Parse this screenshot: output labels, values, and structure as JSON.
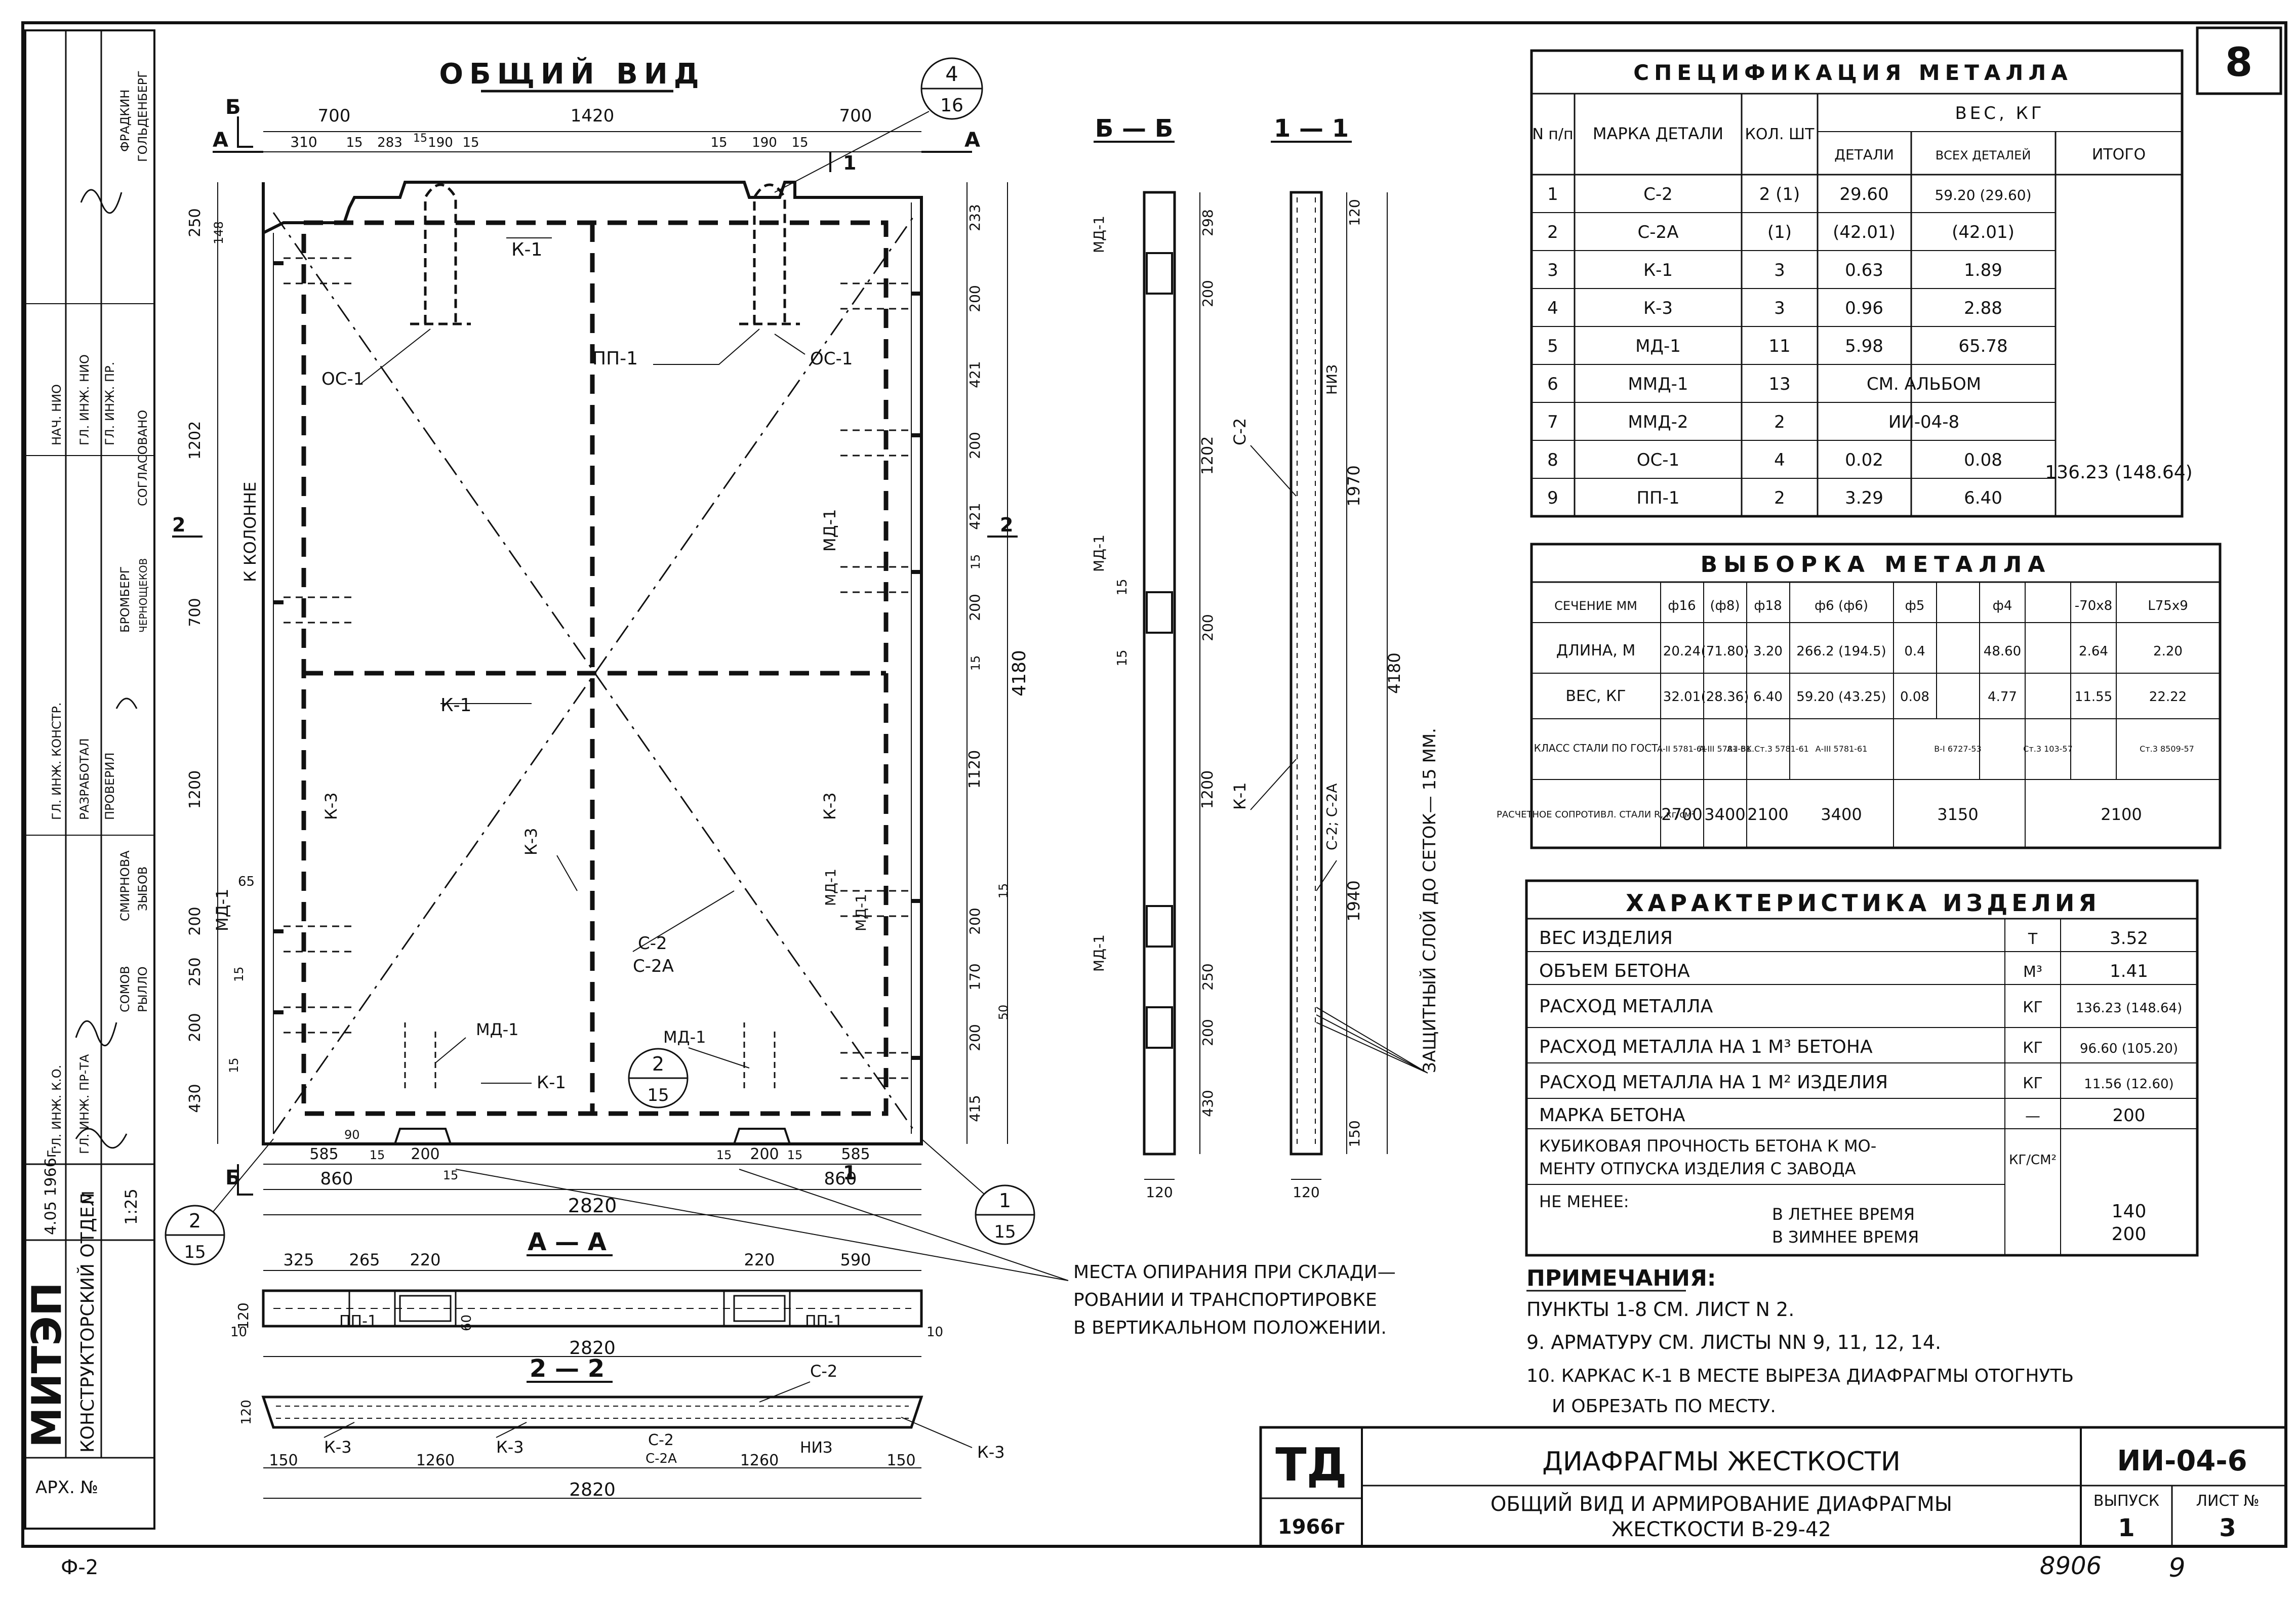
{
  "sheet": {
    "number": "8",
    "title_view": "ОБЩИЙ ВИД",
    "section_bb": "Б — Б",
    "section_11": "1 — 1",
    "section_aa": "А — А",
    "section_22": "2 — 2",
    "bottom_left": "Ф-2",
    "bottom_right_1": "8906",
    "bottom_right_2": "9"
  },
  "left_strip": {
    "org": "МИТЭП",
    "dept": "КОНСТРУКТОРСКИЙ ОТДЕЛ",
    "arch": "АРХ. №",
    "date": "4.05 1966г.",
    "m": "М",
    "scale": "1:25",
    "roles": [
      "НАЧ. НИО",
      "ГЛ. ИНЖ. НИО",
      "ГЛ. ИНЖ. ПР.",
      "СОГЛАСОВАНО",
      "ГЛ. ИНЖ. КОНСТР.",
      "РАЗРАБОТАЛ",
      "ПРОВЕРИЛ",
      "ГЛ. ИНЖ. К.О.",
      "ГЛ. ИНЖ. ПР-ТА"
    ],
    "names": [
      "ФРАДКИН",
      "ГОЛЬДЕНБЕРГ",
      "БРОМБЕРГ",
      "ЧЕРНОЩЕКОВ",
      "СМИРНОВА",
      "СОМОВ",
      "РЫЛЛО",
      "ЗЫБОВ"
    ]
  },
  "plan": {
    "dims_top": [
      "700",
      "1420",
      "700"
    ],
    "dims_top2": [
      "310",
      "15",
      "283",
      "15",
      "190",
      "15",
      "15",
      "190",
      "15"
    ],
    "dims_bottom": [
      "585",
      "15",
      "200",
      "15",
      "15",
      "200",
      "15",
      "585"
    ],
    "dims_bottom2": [
      "860",
      "860"
    ],
    "overall_width": "2820",
    "left_dims": [
      "250",
      "148",
      "1202",
      "700",
      "1200",
      "200",
      "250",
      "200",
      "430",
      "65",
      "15",
      "15",
      "90"
    ],
    "right_dims": [
      "233",
      "200",
      "421",
      "200",
      "421",
      "15",
      "200",
      "15",
      "1120",
      "200",
      "170",
      "200",
      "415",
      "15",
      "50",
      "4180"
    ],
    "labels": [
      "К-1",
      "ПП-1",
      "ОС-1",
      "ОС-1",
      "К КОЛОННЕ",
      "МД-1",
      "К-1",
      "МД-1",
      "К-3",
      "К-3",
      "К-3",
      "МД-1",
      "С-2",
      "С-2А",
      "МД-1",
      "МД-1",
      "К-1",
      "МД-1"
    ],
    "cut_marks": [
      "Б",
      "Б",
      "А",
      "А",
      "1",
      "2",
      "2",
      "1"
    ],
    "callouts": [
      {
        "num": "4",
        "sheet": "16"
      },
      {
        "num": "2",
        "sheet": "15"
      },
      {
        "num": "2",
        "sheet": "15"
      },
      {
        "num": "1",
        "sheet": "15"
      }
    ]
  },
  "bb_dims": [
    "298",
    "200",
    "1202",
    "15",
    "200",
    "15",
    "1200",
    "250",
    "200",
    "430",
    "120"
  ],
  "bb_labels": [
    "МД-1",
    "МД-1",
    "МД-1"
  ],
  "s11_dims": [
    "120",
    "1970",
    "4180",
    "1940",
    "150",
    "120"
  ],
  "s11_labels": [
    "НИЗ",
    "С-2",
    "К-1",
    "С-2; С-2А"
  ],
  "protective": "ЗАЩИТНЫЙ СЛОЙ ДО СЕТОК— 15 ММ.",
  "aa": {
    "dims": [
      "325",
      "265",
      "220",
      "220",
      "590",
      "2820",
      "120",
      "10",
      "60",
      "10"
    ],
    "labels": [
      "ПП-1",
      "ПП-1"
    ]
  },
  "s22": {
    "dims": [
      "150",
      "1260",
      "1260",
      "150",
      "2820",
      "120"
    ],
    "labels": [
      "К-3",
      "К-3",
      "С-2",
      "С-2А",
      "НИЗ",
      "С-2",
      "К-3"
    ]
  },
  "support_note": [
    "МЕСТА ОПИРАНИЯ ПРИ СКЛАДИ—",
    "РОВАНИИ И ТРАНСПОРТИРОВКЕ",
    "В ВЕРТИКАЛЬНОМ ПОЛОЖЕНИИ."
  ],
  "spec": {
    "title": "СПЕЦИФИКАЦИЯ МЕТАЛЛА",
    "h_n": "N п/п",
    "h_mark": "МАРКА ДЕТАЛИ",
    "h_qty": "КОЛ. ШТ",
    "h_weight": "ВЕС, КГ",
    "h_det": "ДЕТАЛИ",
    "h_all": "ВСЕХ ДЕТАЛЕЙ",
    "h_total": "ИТОГО",
    "rows": [
      [
        "1",
        "С-2",
        "2 (1)",
        "29.60",
        "59.20 (29.60)"
      ],
      [
        "2",
        "С-2А",
        "(1)",
        "(42.01)",
        "(42.01)"
      ],
      [
        "3",
        "К-1",
        "3",
        "0.63",
        "1.89"
      ],
      [
        "4",
        "К-3",
        "3",
        "0.96",
        "2.88"
      ],
      [
        "5",
        "МД-1",
        "11",
        "5.98",
        "65.78"
      ],
      [
        "6",
        "ММД-1",
        "13",
        "СМ. АЛЬБОМ",
        ""
      ],
      [
        "7",
        "ММД-2",
        "2",
        "ИИ-04-8",
        ""
      ],
      [
        "8",
        "ОС-1",
        "4",
        "0.02",
        "0.08"
      ],
      [
        "9",
        "ПП-1",
        "2",
        "3.29",
        "6.40"
      ]
    ],
    "total": "136.23 (148.64)"
  },
  "vyb": {
    "title": "ВЫБОРКА МЕТАЛЛА",
    "cols": [
      "СЕЧЕНИЕ ММ",
      "ф16",
      "(ф8)",
      "ф18",
      "ф6 (ф6)",
      "ф5",
      "ф4",
      "-70х8",
      "L75х9"
    ],
    "length": [
      "ДЛИНА, М",
      "20.24",
      "(71.80)",
      "3.20",
      "266.2 (194.5)",
      "0.4",
      "48.60",
      "2.64",
      "2.20"
    ],
    "weight": [
      "ВЕС, КГ",
      "32.01",
      "(28.36)",
      "6.40",
      "59.20 (43.25)",
      "0.08",
      "4.77",
      "11.55",
      "22.22"
    ],
    "cls_label": "КЛАСС СТАЛИ ПО ГОСТ",
    "cls": [
      "А-II 5781-61",
      "А-III 5781-61",
      "А-I ВК.Ст.3 5781-61",
      "А-III 5781-61",
      "В-I 6727-53",
      "Ст.3 103-57",
      "Ст.3 8509-57"
    ],
    "res_label": "РАСЧЕТНОЕ СОПРОТИВЛ. СТАЛИ R, кг/см²",
    "res": [
      "2700",
      "3400",
      "2100",
      "3400",
      "3150",
      "2100"
    ]
  },
  "char": {
    "title": "ХАРАКТЕРИСТИКА ИЗДЕЛИЯ",
    "rows": [
      [
        "ВЕС ИЗДЕЛИЯ",
        "Т",
        "3.52"
      ],
      [
        "ОБЪЕМ БЕТОНА",
        "М³",
        "1.41"
      ],
      [
        "РАСХОД МЕТАЛЛА",
        "КГ",
        "136.23 (148.64)"
      ],
      [
        "РАСХОД МЕТАЛЛА НА 1 М³ БЕТОНА",
        "КГ",
        "96.60 (105.20)"
      ],
      [
        "РАСХОД МЕТАЛЛА НА 1 М² ИЗДЕЛИЯ",
        "КГ",
        "11.56 (12.60)"
      ],
      [
        "МАРКА БЕТОНА",
        "—",
        "200"
      ]
    ],
    "cube1": "КУБИКОВАЯ ПРОЧНОСТЬ БЕТОНА К МОМЕНТУ ОТПУСКА ИЗДЕЛИЯ С ЗАВОДА",
    "cube_unit": "КГ/СМ²",
    "notless": "НЕ МЕНЕЕ:",
    "summer": "В ЛЕТНЕЕ ВРЕМЯ",
    "winter": "В ЗИМНЕЕ ВРЕМЯ",
    "summer_val": "140",
    "winter_val": "200"
  },
  "notes": {
    "title": "ПРИМЕЧАНИЯ:",
    "items": [
      "ПУНКТЫ 1-8   СМ. ЛИСТ N 2.",
      "9. АРМАТУРУ СМ. ЛИСТЫ NN 9, 11, 12, 14.",
      "10. КАРКАС К-1 В МЕСТЕ ВЫРЕЗА ДИАФРАГМЫ ОТОГНУТЬ",
      "И ОБРЕЗАТЬ ПО МЕСТУ."
    ]
  },
  "stamp": {
    "td": "ТД",
    "year": "1966г",
    "title": "ДИАФРАГМЫ ЖЕСТКОСТИ",
    "sub1": "ОБЩИЙ ВИД И АРМИРОВАНИЕ ДИАФРАГМЫ",
    "sub2": "ЖЕСТКОСТИ В-29-42",
    "code": "ИИ-04-6",
    "vyp_label": "ВЫПУСК",
    "vyp": "1",
    "list_label": "ЛИСТ №",
    "list": "3"
  }
}
